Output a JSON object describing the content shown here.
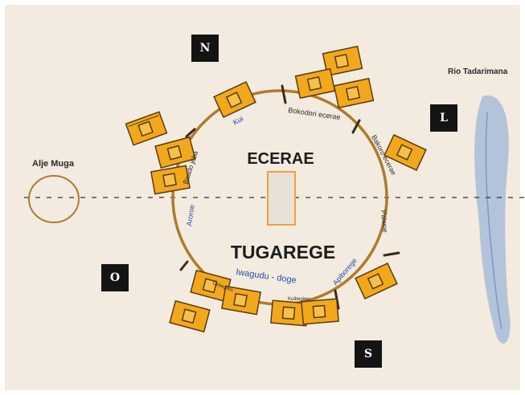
{
  "compass": {
    "north": "N",
    "east": "L",
    "south": "S",
    "west": "O"
  },
  "title_top": "ECERAE",
  "title_bottom": "TUGAREGE",
  "places": {
    "pond": "Alje Muga",
    "river": "Rio Tadarimana"
  },
  "ring_labels": [
    "Kui",
    "Bokodori ecerae",
    "Baado jeba",
    "Bakoro ecerae",
    "Paiwoe",
    "Apiborege",
    "Iwagudu - doge",
    "Aroroe"
  ],
  "small_labels": [
    "Cebegiwu",
    "Kuibegiwu"
  ],
  "colors": {
    "ring": "#b07a2e",
    "hut_fill": "#f2a81d",
    "hut_outline": "#5a3a10",
    "river": "#9db5d8",
    "center_fill": "#e8e1d8",
    "center_border": "#f0a23a"
  }
}
